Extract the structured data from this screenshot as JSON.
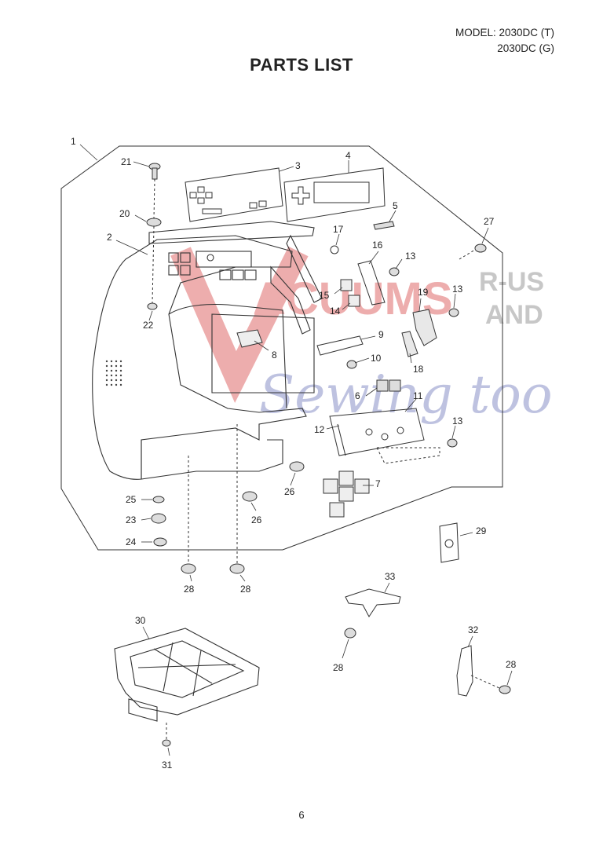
{
  "header": {
    "model_line_1": "MODEL: 2030DC (T)",
    "model_line_2": "2030DC (G)",
    "title": "PARTS LIST"
  },
  "watermark": {
    "line1": "ACUUMS",
    "line2": "R-US",
    "line3": "AND",
    "line4": "Sewing too",
    "brand_color": "#e06b6b",
    "script_color": "#8a92c8"
  },
  "parts": {
    "p1": "1",
    "p2": "2",
    "p3": "3",
    "p4": "4",
    "p5": "5",
    "p6": "6",
    "p7": "7",
    "p8": "8",
    "p9": "9",
    "p10": "10",
    "p11": "11",
    "p12": "12",
    "p13a": "13",
    "p13b": "13",
    "p13c": "13",
    "p14": "14",
    "p15": "15",
    "p16": "16",
    "p17": "17",
    "p18": "18",
    "p19": "19",
    "p20": "20",
    "p21": "21",
    "p22": "22",
    "p23": "23",
    "p24": "24",
    "p25": "25",
    "p26a": "26",
    "p26b": "26",
    "p27": "27",
    "p28a": "28",
    "p28b": "28",
    "p28c": "28",
    "p28d": "28",
    "p29": "29",
    "p30": "30",
    "p31": "31",
    "p32": "32",
    "p33": "33"
  },
  "footer": {
    "page_number": "6"
  }
}
